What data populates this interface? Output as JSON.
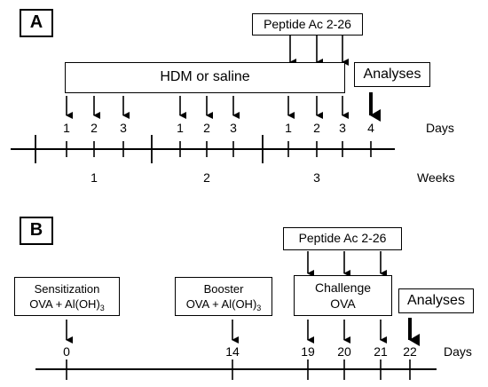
{
  "panel_a": {
    "label": "A",
    "peptide_box": "Peptide Ac 2-26",
    "treatment_box": "HDM or saline",
    "analyses_box": "Analyses",
    "day_numbers": [
      "1",
      "2",
      "3",
      "1",
      "2",
      "3",
      "1",
      "2",
      "3",
      "4"
    ],
    "days_label": "Days",
    "week_numbers": [
      "1",
      "2",
      "3"
    ],
    "weeks_label": "Weeks"
  },
  "panel_b": {
    "label": "B",
    "peptide_box": "Peptide Ac 2-26",
    "sensitization": {
      "line1": "Sensitization",
      "line2_prefix": "OVA + Al(OH)",
      "line2_sub": "3"
    },
    "booster": {
      "line1": "Booster",
      "line2_prefix": "OVA + Al(OH)",
      "line2_sub": "3"
    },
    "challenge": {
      "line1": "Challenge",
      "line2": "OVA"
    },
    "analyses_box": "Analyses",
    "day_numbers": [
      "0",
      "14",
      "19",
      "20",
      "21",
      "22"
    ],
    "days_label": "Days"
  }
}
